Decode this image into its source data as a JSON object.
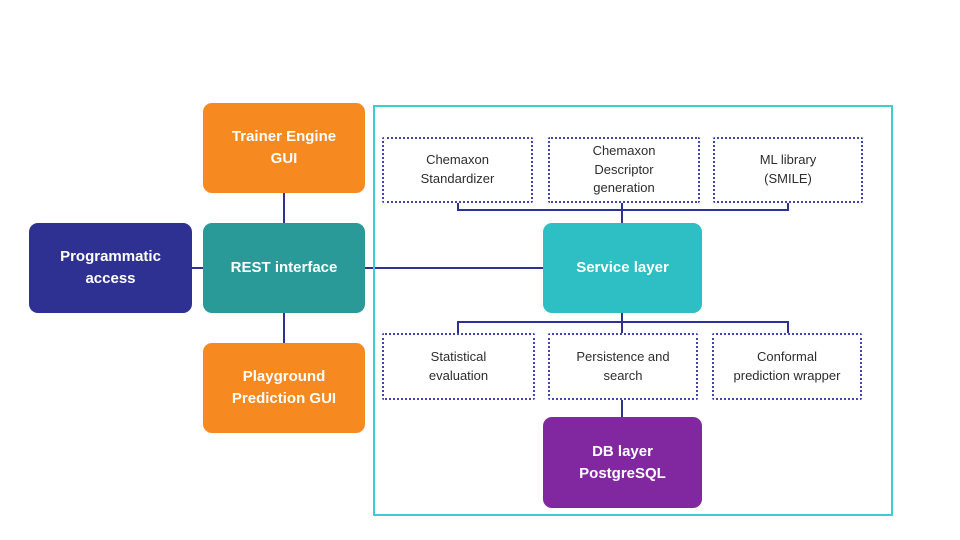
{
  "diagram": {
    "nodes": {
      "trainer_engine_gui": {
        "label": "Trainer Engine\nGUI"
      },
      "programmatic_access": {
        "label": "Programmatic\naccess"
      },
      "rest_interface": {
        "label": "REST interface"
      },
      "playground_prediction_gui": {
        "label": "Playground\nPrediction GUI"
      },
      "chemaxon_standardizer": {
        "label": "Chemaxon\nStandardizer"
      },
      "chemaxon_descriptor_generation": {
        "label": "Chemaxon\nDescriptor\ngeneration"
      },
      "ml_library": {
        "label": "ML library\n(SMILE)"
      },
      "service_layer": {
        "label": "Service layer"
      },
      "statistical_evaluation": {
        "label": "Statistical\nevaluation"
      },
      "persistence_and_search": {
        "label": "Persistence and\nsearch"
      },
      "conformal_prediction_wrapper": {
        "label": "Conformal\nprediction wrapper"
      },
      "db_layer_postgresql": {
        "label": "DB layer\nPostgreSQL"
      }
    },
    "colors": {
      "orange": "#f6891f",
      "navy": "#2e3191",
      "teal": "#2a9a99",
      "cyan": "#2ebfc4",
      "purple": "#8128a0",
      "container_border": "#3ecdd1",
      "connector": "#2e3191",
      "dotted_border": "#4046ae",
      "text_dark": "#2d2d2d"
    }
  }
}
